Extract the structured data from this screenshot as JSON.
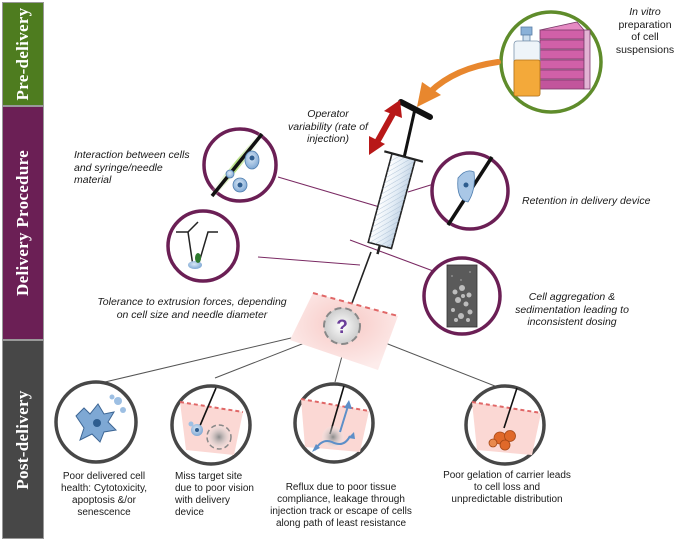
{
  "sections": {
    "pre": "Pre-delivery",
    "delivery": "Delivery Procedure",
    "post": "Post-delivery"
  },
  "labels": {
    "invitro_italic": "In vitro",
    "invitro_rest": "preparation of cell suspensions",
    "operator": "Operator variability (rate of injection)",
    "interaction": "Interaction between cells and syringe/needle material",
    "retention": "Retention in delivery device",
    "tolerance": "Tolerance to extrusion forces, depending on cell size and needle diameter",
    "aggregation": "Cell aggregation & sedimentation leading to inconsistent dosing",
    "question": "?"
  },
  "outcomes": {
    "health": "Poor delivered cell health: Cytotoxicity, apoptosis &/or senescence",
    "miss": "Miss target site due to poor vision with delivery device",
    "reflux": "Reflux due to poor tissue compliance, leakage through injection track or escape of cells along path of least resistance",
    "gelation": "Poor gelation of carrier leads to cell loss and unpredictable distribution"
  },
  "colors": {
    "pre": "#4e7c1f",
    "delivery": "#6b1f55",
    "post": "#474747",
    "arrow_orange": "#e8872e",
    "arrow_red": "#b81818",
    "tissue_pink": "#f4b9b5"
  }
}
